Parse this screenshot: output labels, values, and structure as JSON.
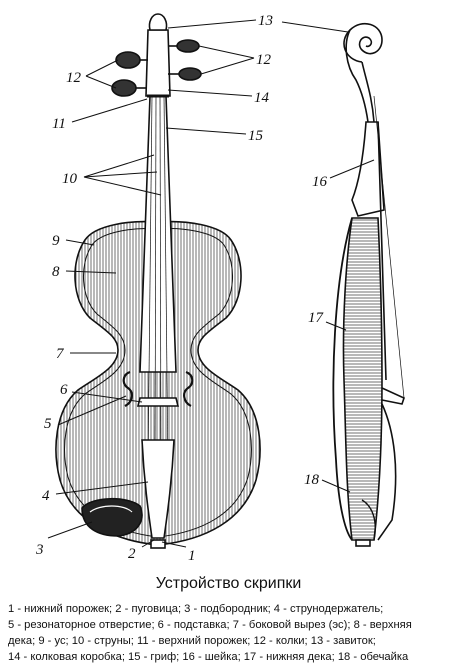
{
  "labels": {
    "n1": "1",
    "n2": "2",
    "n3": "3",
    "n4": "4",
    "n5": "5",
    "n6": "6",
    "n7": "7",
    "n8": "8",
    "n9": "9",
    "n10": "10",
    "n11": "11",
    "n12a": "12",
    "n12b": "12",
    "n13": "13",
    "n14": "14",
    "n15": "15",
    "n16": "16",
    "n17": "17",
    "n18": "18"
  },
  "caption": "Устройство скрипки",
  "legend": [
    "1 - нижний порожек; 2 - пуговица; 3 - подбородник; 4 - струнодержатель;",
    "5 - резонаторное отверстие; 6 - подставка; 7 - боковой вырез (эс); 8 - верхняя",
    "дека; 9 - ус; 10 - струны; 11 - верхний порожек; 12 - колки; 13 - завиток;",
    "14 - колковая коробка; 15 - гриф; 16 - шейка; 17 - нижняя дека; 18 - обечайка"
  ]
}
